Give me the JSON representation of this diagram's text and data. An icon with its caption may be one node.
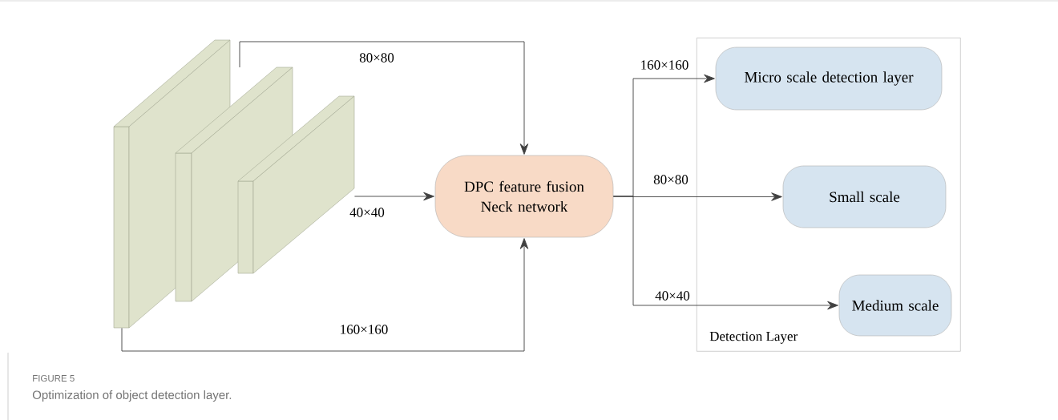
{
  "diagram": {
    "caption": "Optimization of object detection layer.",
    "nodes": [
      {
        "text": [],
        "shape": "box"
      },
      {
        "text": [],
        "shape": "box"
      },
      {
        "text": [],
        "shape": "box"
      },
      {
        "text": [
          "DPC feature fusion Neck network"
        ]
      },
      {
        "text": [
          "Detection Layer"
        ]
      },
      {
        "text": [
          "Micro scale detection layer"
        ],
        "in": 4
      },
      {
        "text": [
          "Small scale"
        ],
        "in": 4
      },
      {
        "text": [
          "Medium scale"
        ],
        "in": 4
      }
    ],
    "edges": [
      {
        "from": 1,
        "to": 3,
        "arrow": "to",
        "label": "80×80"
      },
      {
        "from": 2,
        "to": 3,
        "arrow": "to",
        "label": "40×40"
      },
      {
        "from": 0,
        "to": 3,
        "arrow": "to",
        "label": "160×160"
      },
      {
        "from": 3,
        "to": 5,
        "arrow": "to",
        "label": "160×160"
      },
      {
        "from": 3,
        "to": 6,
        "arrow": "to",
        "label": "80×80"
      },
      {
        "from": 3,
        "to": 7,
        "arrow": "to",
        "label": "40×40"
      }
    ],
    "labels": [
      "FIGURE 5"
    ]
  }
}
